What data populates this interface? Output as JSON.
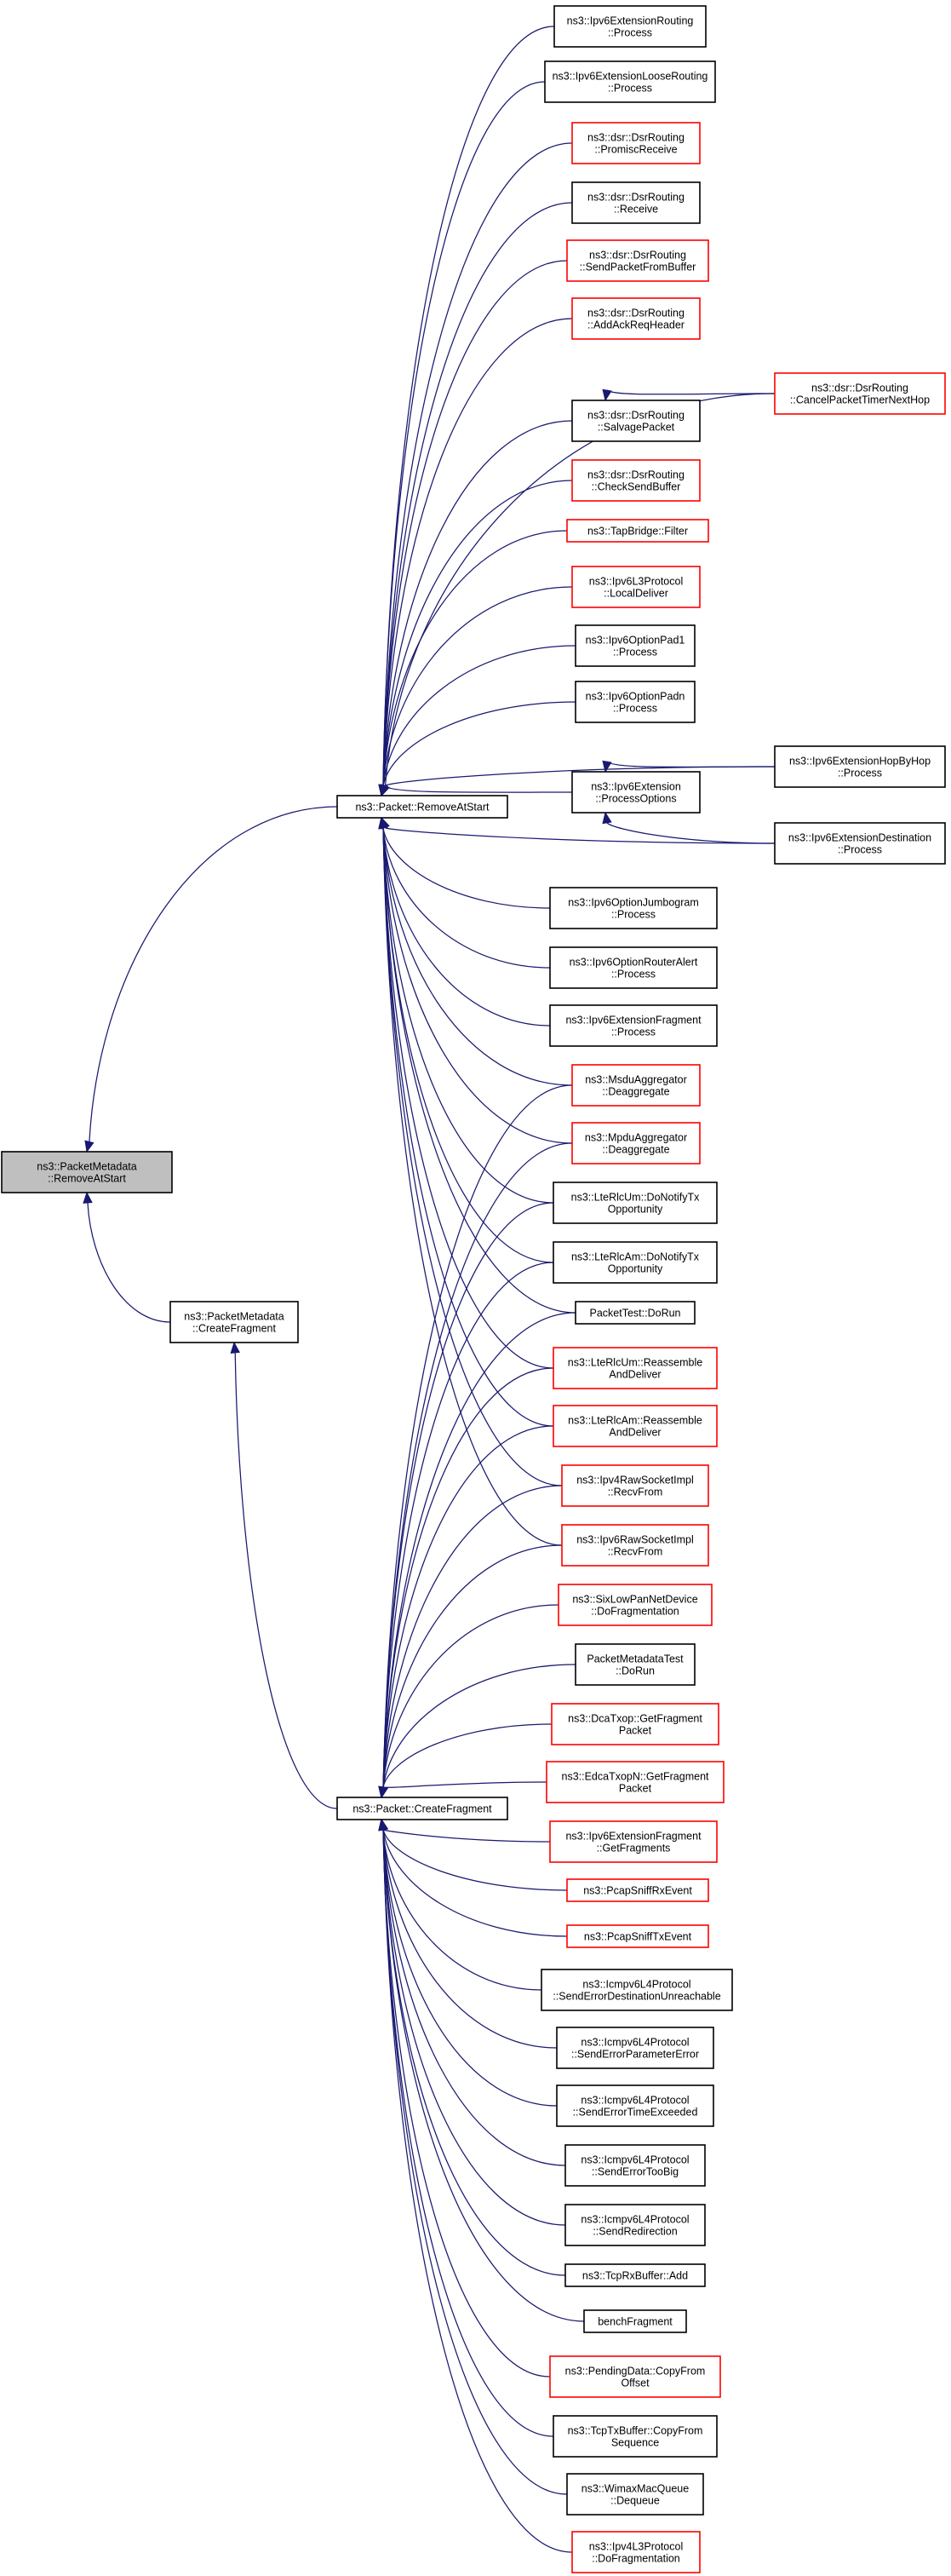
{
  "diagram": {
    "colors": {
      "edge": "#191970",
      "root_fill": "#bfbfbf",
      "border_documented": "#000000",
      "border_undocumented": "#ff0000",
      "background": "#ffffff"
    },
    "nodes": [
      {
        "id": "root",
        "lines": [
          "ns3::PacketMetadata",
          "::RemoveAtStart"
        ],
        "style": "root"
      },
      {
        "id": "pm_createfragment",
        "lines": [
          "ns3::PacketMetadata",
          "::CreateFragment"
        ],
        "style": "black"
      },
      {
        "id": "pkt_removeatstart",
        "lines": [
          "ns3::Packet::RemoveAtStart"
        ],
        "style": "black"
      },
      {
        "id": "pkt_createfragment",
        "lines": [
          "ns3::Packet::CreateFragment"
        ],
        "style": "black"
      },
      {
        "id": "r_ext_routing",
        "lines": [
          "ns3::Ipv6ExtensionRouting",
          "::Process"
        ],
        "style": "black"
      },
      {
        "id": "r_ext_looserouting",
        "lines": [
          "ns3::Ipv6ExtensionLooseRouting",
          "::Process"
        ],
        "style": "black"
      },
      {
        "id": "r_dsr_promisc",
        "lines": [
          "ns3::dsr::DsrRouting",
          "::PromiscReceive"
        ],
        "style": "red"
      },
      {
        "id": "r_dsr_receive",
        "lines": [
          "ns3::dsr::DsrRouting",
          "::Receive"
        ],
        "style": "black"
      },
      {
        "id": "r_dsr_sendbuffer",
        "lines": [
          "ns3::dsr::DsrRouting",
          "::SendPacketFromBuffer"
        ],
        "style": "red"
      },
      {
        "id": "r_dsr_ackreq",
        "lines": [
          "ns3::dsr::DsrRouting",
          "::AddAckReqHeader"
        ],
        "style": "red"
      },
      {
        "id": "r_dsr_salvage",
        "lines": [
          "ns3::dsr::DsrRouting",
          "::SalvagePacket"
        ],
        "style": "black"
      },
      {
        "id": "r_dsr_checksend",
        "lines": [
          "ns3::dsr::DsrRouting",
          "::CheckSendBuffer"
        ],
        "style": "red"
      },
      {
        "id": "r_tapbridge",
        "lines": [
          "ns3::TapBridge::Filter"
        ],
        "style": "red"
      },
      {
        "id": "r_ipv6l3_local",
        "lines": [
          "ns3::Ipv6L3Protocol",
          "::LocalDeliver"
        ],
        "style": "red"
      },
      {
        "id": "r_pad1",
        "lines": [
          "ns3::Ipv6OptionPad1",
          "::Process"
        ],
        "style": "black"
      },
      {
        "id": "r_padn",
        "lines": [
          "ns3::Ipv6OptionPadn",
          "::Process"
        ],
        "style": "black"
      },
      {
        "id": "r_ext_procopts",
        "lines": [
          "ns3::Ipv6Extension",
          "::ProcessOptions"
        ],
        "style": "black"
      },
      {
        "id": "r_jumbogram",
        "lines": [
          "ns3::Ipv6OptionJumbogram",
          "::Process"
        ],
        "style": "black"
      },
      {
        "id": "r_routeralert",
        "lines": [
          "ns3::Ipv6OptionRouterAlert",
          "::Process"
        ],
        "style": "black"
      },
      {
        "id": "r_ext_fragment",
        "lines": [
          "ns3::Ipv6ExtensionFragment",
          "::Process"
        ],
        "style": "black"
      },
      {
        "id": "b_msdu",
        "lines": [
          "ns3::MsduAggregator",
          "::Deaggregate"
        ],
        "style": "red"
      },
      {
        "id": "b_mpdu",
        "lines": [
          "ns3::MpduAggregator",
          "::Deaggregate"
        ],
        "style": "red"
      },
      {
        "id": "b_lterlcum_notify",
        "lines": [
          "ns3::LteRlcUm::DoNotifyTx",
          "Opportunity"
        ],
        "style": "black"
      },
      {
        "id": "b_lterlcam_notify",
        "lines": [
          "ns3::LteRlcAm::DoNotifyTx",
          "Opportunity"
        ],
        "style": "black"
      },
      {
        "id": "b_packettest",
        "lines": [
          "PacketTest::DoRun"
        ],
        "style": "black"
      },
      {
        "id": "b_lterlcum_reasm",
        "lines": [
          "ns3::LteRlcUm::Reassemble",
          "AndDeliver"
        ],
        "style": "red"
      },
      {
        "id": "b_lterlcam_reasm",
        "lines": [
          "ns3::LteRlcAm::Reassemble",
          "AndDeliver"
        ],
        "style": "red"
      },
      {
        "id": "b_ipv4raw",
        "lines": [
          "ns3::Ipv4RawSocketImpl",
          "::RecvFrom"
        ],
        "style": "red"
      },
      {
        "id": "b_ipv6raw",
        "lines": [
          "ns3::Ipv6RawSocketImpl",
          "::RecvFrom"
        ],
        "style": "red"
      },
      {
        "id": "c_sixlowpan",
        "lines": [
          "ns3::SixLowPanNetDevice",
          "::DoFragmentation"
        ],
        "style": "red"
      },
      {
        "id": "c_pmtest",
        "lines": [
          "PacketMetadataTest",
          "::DoRun"
        ],
        "style": "black"
      },
      {
        "id": "c_dcatxop",
        "lines": [
          "ns3::DcaTxop::GetFragment",
          "Packet"
        ],
        "style": "red"
      },
      {
        "id": "c_edcatxop",
        "lines": [
          "ns3::EdcaTxopN::GetFragment",
          "Packet"
        ],
        "style": "red"
      },
      {
        "id": "c_ext_getfrags",
        "lines": [
          "ns3::Ipv6ExtensionFragment",
          "::GetFragments"
        ],
        "style": "red"
      },
      {
        "id": "c_pcaprx",
        "lines": [
          "ns3::PcapSniffRxEvent"
        ],
        "style": "red"
      },
      {
        "id": "c_pcaptx",
        "lines": [
          "ns3::PcapSniffTxEvent"
        ],
        "style": "red"
      },
      {
        "id": "c_icmp_destunreach",
        "lines": [
          "ns3::Icmpv6L4Protocol",
          "::SendErrorDestinationUnreachable"
        ],
        "style": "black"
      },
      {
        "id": "c_icmp_paramerror",
        "lines": [
          "ns3::Icmpv6L4Protocol",
          "::SendErrorParameterError"
        ],
        "style": "black"
      },
      {
        "id": "c_icmp_timeexceeded",
        "lines": [
          "ns3::Icmpv6L4Protocol",
          "::SendErrorTimeExceeded"
        ],
        "style": "black"
      },
      {
        "id": "c_icmp_toobig",
        "lines": [
          "ns3::Icmpv6L4Protocol",
          "::SendErrorTooBig"
        ],
        "style": "black"
      },
      {
        "id": "c_icmp_redirection",
        "lines": [
          "ns3::Icmpv6L4Protocol",
          "::SendRedirection"
        ],
        "style": "black"
      },
      {
        "id": "c_tcprx_add",
        "lines": [
          "ns3::TcpRxBuffer::Add"
        ],
        "style": "black"
      },
      {
        "id": "c_benchfragment",
        "lines": [
          "benchFragment"
        ],
        "style": "black"
      },
      {
        "id": "c_pendingdata",
        "lines": [
          "ns3::PendingData::CopyFrom",
          "Offset"
        ],
        "style": "red"
      },
      {
        "id": "c_tcptx_copy",
        "lines": [
          "ns3::TcpTxBuffer::CopyFrom",
          "Sequence"
        ],
        "style": "black"
      },
      {
        "id": "c_wimax_dequeue",
        "lines": [
          "ns3::WimaxMacQueue",
          "::Dequeue"
        ],
        "style": "black"
      },
      {
        "id": "c_ipv4l3_dofrag",
        "lines": [
          "ns3::Ipv4L3Protocol",
          "::DoFragmentation"
        ],
        "style": "red"
      },
      {
        "id": "f_dsr_cancel",
        "lines": [
          "ns3::dsr::DsrRouting",
          "::CancelPacketTimerNextHop"
        ],
        "style": "red"
      },
      {
        "id": "f_hopbyhop",
        "lines": [
          "ns3::Ipv6ExtensionHopByHop",
          "::Process"
        ],
        "style": "black"
      },
      {
        "id": "f_destination",
        "lines": [
          "ns3::Ipv6ExtensionDestination",
          "::Process"
        ],
        "style": "black"
      }
    ],
    "edges": [
      {
        "from": "pkt_removeatstart",
        "to": "root"
      },
      {
        "from": "pm_createfragment",
        "to": "root"
      },
      {
        "from": "pkt_createfragment",
        "to": "pm_createfragment"
      },
      {
        "from": "r_ext_routing",
        "to": "pkt_removeatstart"
      },
      {
        "from": "r_ext_looserouting",
        "to": "pkt_removeatstart"
      },
      {
        "from": "r_dsr_promisc",
        "to": "pkt_removeatstart"
      },
      {
        "from": "r_dsr_receive",
        "to": "pkt_removeatstart"
      },
      {
        "from": "r_dsr_sendbuffer",
        "to": "pkt_removeatstart"
      },
      {
        "from": "r_dsr_ackreq",
        "to": "pkt_removeatstart"
      },
      {
        "from": "f_dsr_cancel",
        "to": "pkt_removeatstart"
      },
      {
        "from": "r_dsr_salvage",
        "to": "pkt_removeatstart"
      },
      {
        "from": "r_dsr_checksend",
        "to": "pkt_removeatstart"
      },
      {
        "from": "r_tapbridge",
        "to": "pkt_removeatstart"
      },
      {
        "from": "r_ipv6l3_local",
        "to": "pkt_removeatstart"
      },
      {
        "from": "r_pad1",
        "to": "pkt_removeatstart"
      },
      {
        "from": "r_padn",
        "to": "pkt_removeatstart"
      },
      {
        "from": "f_hopbyhop",
        "to": "pkt_removeatstart"
      },
      {
        "from": "r_ext_procopts",
        "to": "pkt_removeatstart"
      },
      {
        "from": "f_destination",
        "to": "pkt_removeatstart"
      },
      {
        "from": "r_jumbogram",
        "to": "pkt_removeatstart"
      },
      {
        "from": "r_routeralert",
        "to": "pkt_removeatstart"
      },
      {
        "from": "r_ext_fragment",
        "to": "pkt_removeatstart"
      },
      {
        "from": "b_msdu",
        "to": "pkt_removeatstart"
      },
      {
        "from": "b_mpdu",
        "to": "pkt_removeatstart"
      },
      {
        "from": "b_lterlcum_notify",
        "to": "pkt_removeatstart"
      },
      {
        "from": "b_lterlcam_notify",
        "to": "pkt_removeatstart"
      },
      {
        "from": "b_packettest",
        "to": "pkt_removeatstart"
      },
      {
        "from": "b_lterlcum_reasm",
        "to": "pkt_removeatstart"
      },
      {
        "from": "b_lterlcam_reasm",
        "to": "pkt_removeatstart"
      },
      {
        "from": "b_ipv4raw",
        "to": "pkt_removeatstart"
      },
      {
        "from": "b_ipv6raw",
        "to": "pkt_removeatstart"
      },
      {
        "from": "f_dsr_cancel",
        "to": "r_dsr_salvage"
      },
      {
        "from": "f_hopbyhop",
        "to": "r_ext_procopts"
      },
      {
        "from": "f_destination",
        "to": "r_ext_procopts"
      },
      {
        "from": "b_msdu",
        "to": "pkt_createfragment"
      },
      {
        "from": "b_mpdu",
        "to": "pkt_createfragment"
      },
      {
        "from": "b_lterlcum_notify",
        "to": "pkt_createfragment"
      },
      {
        "from": "b_lterlcam_notify",
        "to": "pkt_createfragment"
      },
      {
        "from": "b_packettest",
        "to": "pkt_createfragment"
      },
      {
        "from": "b_lterlcum_reasm",
        "to": "pkt_createfragment"
      },
      {
        "from": "b_lterlcam_reasm",
        "to": "pkt_createfragment"
      },
      {
        "from": "b_ipv4raw",
        "to": "pkt_createfragment"
      },
      {
        "from": "b_ipv6raw",
        "to": "pkt_createfragment"
      },
      {
        "from": "c_sixlowpan",
        "to": "pkt_createfragment"
      },
      {
        "from": "c_pmtest",
        "to": "pkt_createfragment"
      },
      {
        "from": "c_dcatxop",
        "to": "pkt_createfragment"
      },
      {
        "from": "c_edcatxop",
        "to": "pkt_createfragment"
      },
      {
        "from": "c_ext_getfrags",
        "to": "pkt_createfragment"
      },
      {
        "from": "c_pcaprx",
        "to": "pkt_createfragment"
      },
      {
        "from": "c_pcaptx",
        "to": "pkt_createfragment"
      },
      {
        "from": "c_icmp_destunreach",
        "to": "pkt_createfragment"
      },
      {
        "from": "c_icmp_paramerror",
        "to": "pkt_createfragment"
      },
      {
        "from": "c_icmp_timeexceeded",
        "to": "pkt_createfragment"
      },
      {
        "from": "c_icmp_toobig",
        "to": "pkt_createfragment"
      },
      {
        "from": "c_icmp_redirection",
        "to": "pkt_createfragment"
      },
      {
        "from": "c_tcprx_add",
        "to": "pkt_createfragment"
      },
      {
        "from": "c_benchfragment",
        "to": "pkt_createfragment"
      },
      {
        "from": "c_pendingdata",
        "to": "pkt_createfragment"
      },
      {
        "from": "c_tcptx_copy",
        "to": "pkt_createfragment"
      },
      {
        "from": "c_wimax_dequeue",
        "to": "pkt_createfragment"
      },
      {
        "from": "c_ipv4l3_dofrag",
        "to": "pkt_createfragment"
      }
    ]
  }
}
